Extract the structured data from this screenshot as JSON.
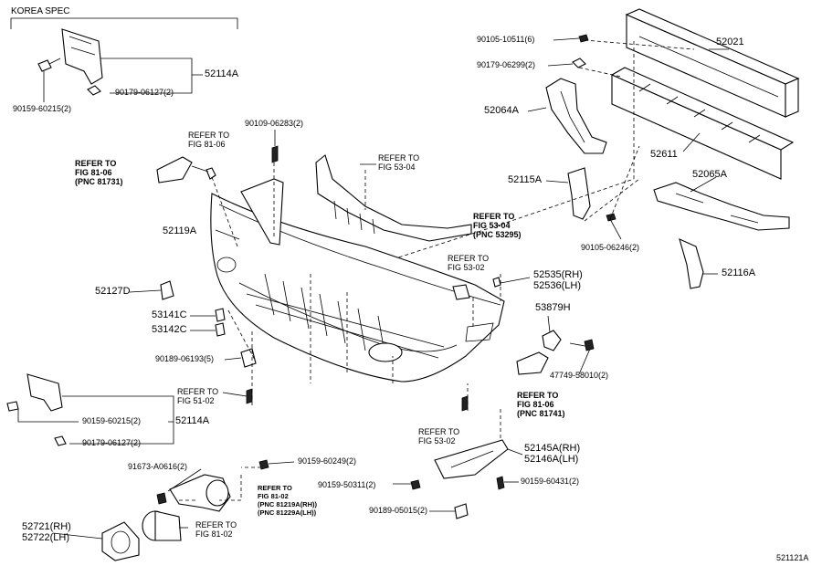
{
  "header": {
    "spec": "KOREA SPEC"
  },
  "footer": {
    "figure_code": "521121A"
  },
  "labels": {
    "p90105_10511": "90105-10511(6)",
    "p52021": "52021",
    "p90179_06299": "90179-06299(2)",
    "p52064A": "52064A",
    "p52611": "52611",
    "p52065A": "52065A",
    "p52115A": "52115A",
    "p90105_06246": "90105-06246(2)",
    "p52116A": "52116A",
    "p52114A_top": "52114A",
    "p90159_60215_top": "90159-60215(2)",
    "p90179_06127_top": "90179-06127(2)",
    "p90109_06283": "90109-06283(2)",
    "p52119A": "52119A",
    "p52127D": "52127D",
    "p53141C": "53141C",
    "p53142C": "53142C",
    "p90189_06193": "90189-06193(5)",
    "p52535": "52535(RH)",
    "p52536": "52536(LH)",
    "p53879H": "53879H",
    "p47749": "47749-58010(2)",
    "p90159_60215_bot": "90159-60215(2)",
    "p52114A_bot": "52114A",
    "p90179_06127_bot": "90179-06127(2)",
    "p91673": "91673-A0616(2)",
    "p90159_60249": "90159-60249(2)",
    "p52145A": "52145A(RH)",
    "p52146A": "52146A(LH)",
    "p90159_50311": "90159-50311(2)",
    "p90159_60431": "90159-60431(2)",
    "p90189_05015": "90189-05015(2)",
    "p52721": "52721(RH)",
    "p52722": "52722(LH)"
  },
  "refers": {
    "r1": {
      "l1": "REFER TO",
      "l2": "FIG 81-06"
    },
    "r2": {
      "l1": "REFER TO",
      "l2": "FIG  81-06",
      "l3": "(PNC 81731)"
    },
    "r3": {
      "l1": "REFER TO",
      "l2": "FIG 53-04"
    },
    "r4": {
      "l1": "REFER TO",
      "l2": "FIG  53-04",
      "l3": "(PNC 53295)"
    },
    "r5": {
      "l1": "REFER TO",
      "l2": "FIG 53-02"
    },
    "r6": {
      "l1": "REFER TO",
      "l2": "FIG  81-06",
      "l3": "(PNC 81741)"
    },
    "r7": {
      "l1": "REFER TO",
      "l2": "FIG 51-02"
    },
    "r8": {
      "l1": "REFER TO",
      "l2": "FIG 53-02"
    },
    "r9": {
      "l1": "REFER TO",
      "l2": "FIG 81-02",
      "l3": "(PNC 81219A(RH))",
      "l4": "(PNC 81229A(LH))"
    },
    "r10": {
      "l1": "REFER TO",
      "l2": "FIG 81-02"
    }
  }
}
